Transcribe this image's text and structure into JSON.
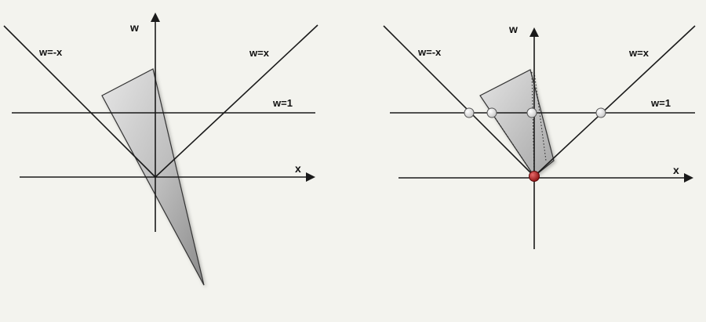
{
  "left_panel": {
    "axis_x_label": "x",
    "axis_w_label": "w",
    "line_labels": {
      "w_neg_x": "w=-x",
      "w_pos_x": "w=x",
      "w_one": "w=1"
    }
  },
  "right_panel": {
    "axis_x_label": "x",
    "axis_w_label": "w",
    "line_labels": {
      "w_neg_x": "w=-x",
      "w_pos_x": "w=x",
      "w_one": "w=1"
    }
  },
  "colors": {
    "background": "#f3f3ee",
    "lines": "#1a1a1a",
    "wedge_fill_light": "#dcdcdc",
    "wedge_fill_dark": "#8e8e8e",
    "origin_point": "#b02020",
    "intersection_point": "#f2f2f2"
  }
}
